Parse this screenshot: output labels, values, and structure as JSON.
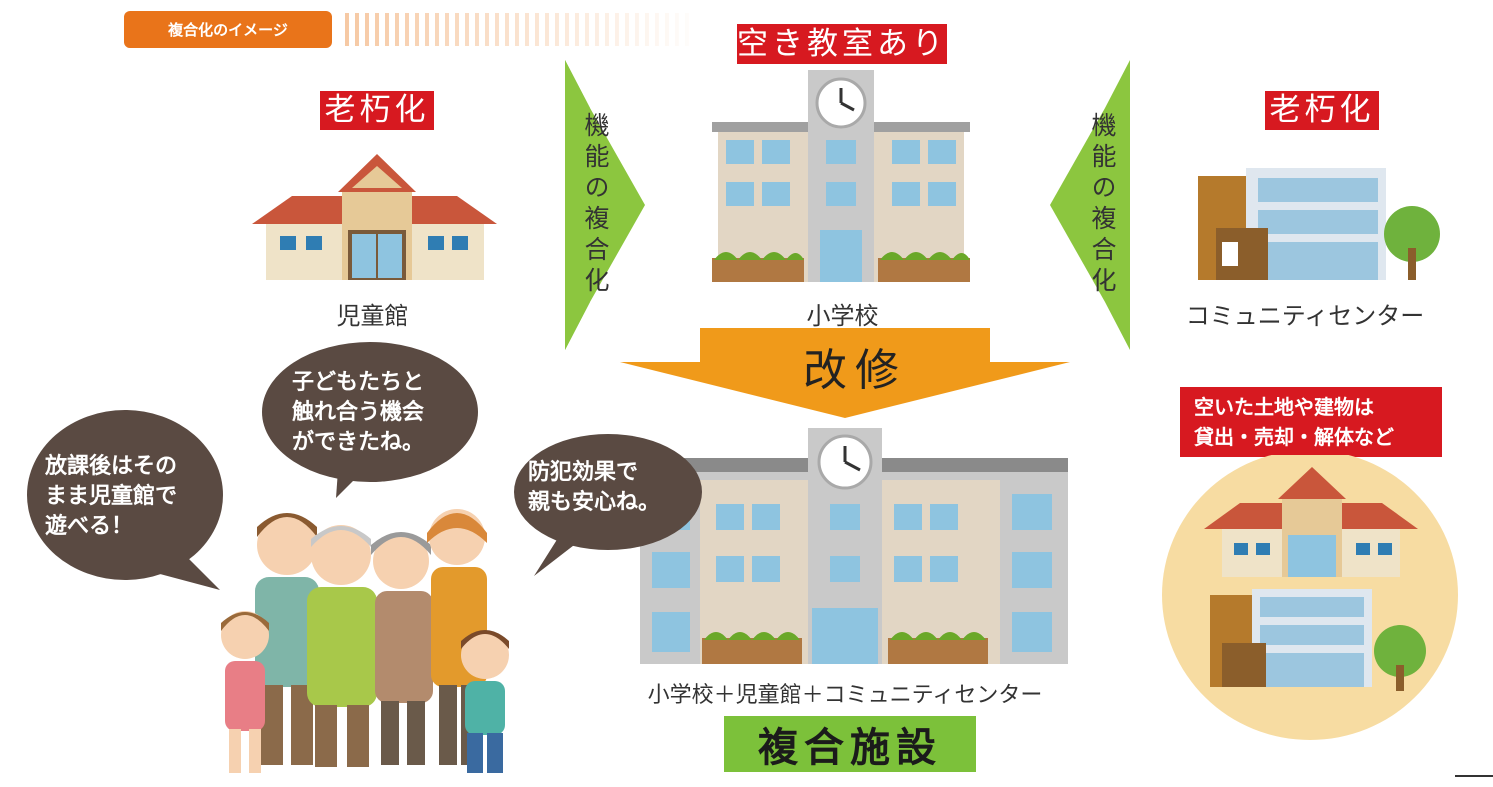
{
  "header": {
    "tag": "複合化のイメージ"
  },
  "labels": {
    "vacant_classroom": "空き教室あり",
    "aging_left": "老朽化",
    "aging_right": "老朽化",
    "renovation": "改修",
    "merge_left": "機能の複合化",
    "merge_right": "機能の複合化",
    "vacant_land": [
      "空いた土地や建物は",
      "貸出・売却・解体など"
    ]
  },
  "buildings": {
    "childrens_hall": "児童館",
    "elementary_school": "小学校",
    "community_center": "コミュニティセンター"
  },
  "result": {
    "formula": "小学校＋児童館＋コミュニティセンター",
    "title": "複合施設"
  },
  "bubbles": {
    "left": [
      "放課後はその",
      "まま児童館で",
      "遊べる！"
    ],
    "middle": [
      "子どもたちと",
      "触れ合う機会",
      "ができたね。"
    ],
    "right": [
      "防犯効果で",
      "親も安心ね。"
    ]
  },
  "colors": {
    "orange_tag": "#e9741a",
    "red_label": "#d71920",
    "green_arrow": "#8cc63f",
    "orange_arrow": "#f09a1a",
    "bubble": "#5a4a42",
    "circle_bg": "#f7dca2"
  }
}
